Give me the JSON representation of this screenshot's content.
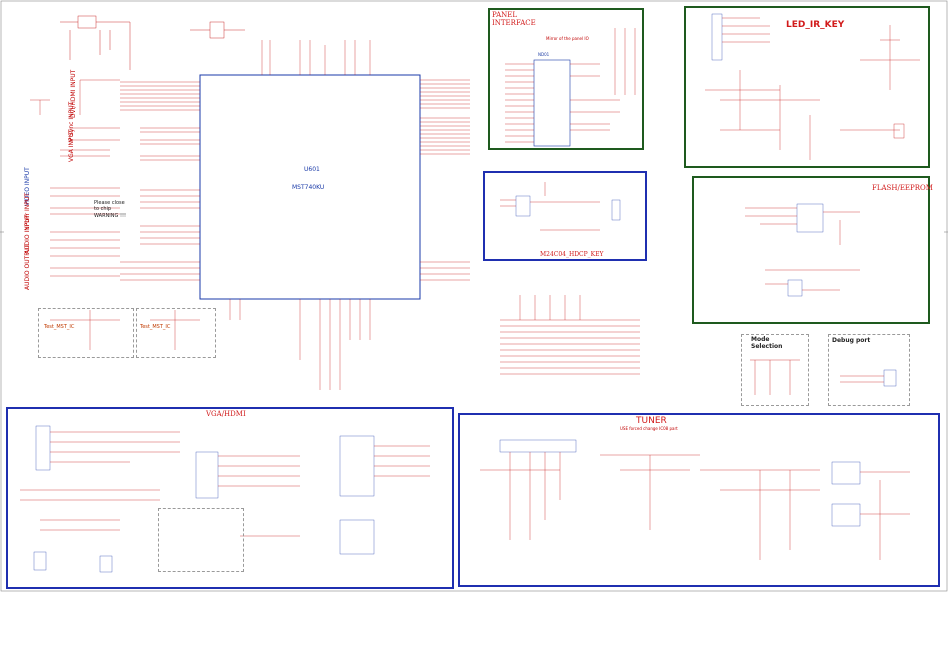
{
  "main_ic": {
    "ref": "U601",
    "part": "MST740KU"
  },
  "sections": {
    "panel": {
      "title_line1": "PANEL",
      "title_line2": "INTERFACE",
      "note": "Mirror of the panel IO",
      "ic": "ND01"
    },
    "led_ir": {
      "title": "LED_IR_KEY"
    },
    "hdcp": {
      "title": "M24C04_HDCP_KEY"
    },
    "flash": {
      "title": "FLASH/EEPROM"
    },
    "vga_hdmi": {
      "title": "VGA/HDMI"
    },
    "tuner": {
      "title": "TUNER",
      "subtitle": "USE forced change IC08 part"
    },
    "mode": {
      "title_line1": "Mode",
      "title_line2": "Selection"
    },
    "debug": {
      "title": "Debug port"
    }
  },
  "side_labels": {
    "dvi_hdmi": "DVI/HDMI INPUT",
    "vsync": "V Sync INPUT",
    "vga": "VGA INPUT",
    "video": "VIDEO INPUT",
    "ypbpr": "YPbPr INPUT",
    "audio_in": "AUDIO INPUT",
    "audio_out": "AUDIO OUTPUT"
  },
  "notes": {
    "close_chip_1": "Please close",
    "close_chip_2": "to chip",
    "warning": "WARNING !!!",
    "test_mst": "Test_MST_IC",
    "test_mst_2": "Test_MST_IC"
  },
  "colors": {
    "panel_border": "#1e5a1e",
    "blue_border": "#1f2fb0",
    "title_red": "#d11a1a",
    "wire_red": "#c00000",
    "chip_outline": "#1a3aa8"
  }
}
